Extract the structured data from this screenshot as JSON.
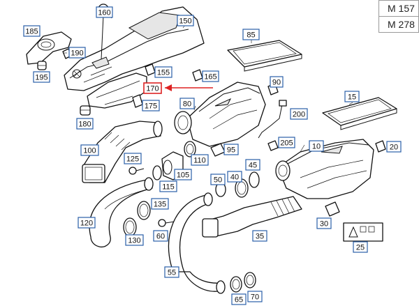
{
  "models": [
    "M 157",
    "M 278"
  ],
  "callouts": {
    "c10": "10",
    "c15": "15",
    "c20": "20",
    "c25": "25",
    "c30": "30",
    "c35": "35",
    "c40": "40",
    "c45": "45",
    "c50": "50",
    "c55": "55",
    "c60": "60",
    "c65": "65",
    "c70": "70",
    "c80": "80",
    "c85": "85",
    "c90": "90",
    "c95": "95",
    "c100": "100",
    "c105": "105",
    "c110": "110",
    "c115": "115",
    "c120": "120",
    "c125": "125",
    "c130": "130",
    "c135": "135",
    "c150": "150",
    "c155": "155",
    "c160": "160",
    "c165": "165",
    "c170": "170",
    "c175": "175",
    "c180": "180",
    "c185": "185",
    "c190": "190",
    "c195": "195",
    "c200": "200",
    "c205": "205"
  },
  "highlight": {
    "part": "170",
    "color": "#dd2222"
  },
  "accent_color": "#2a5fa8"
}
